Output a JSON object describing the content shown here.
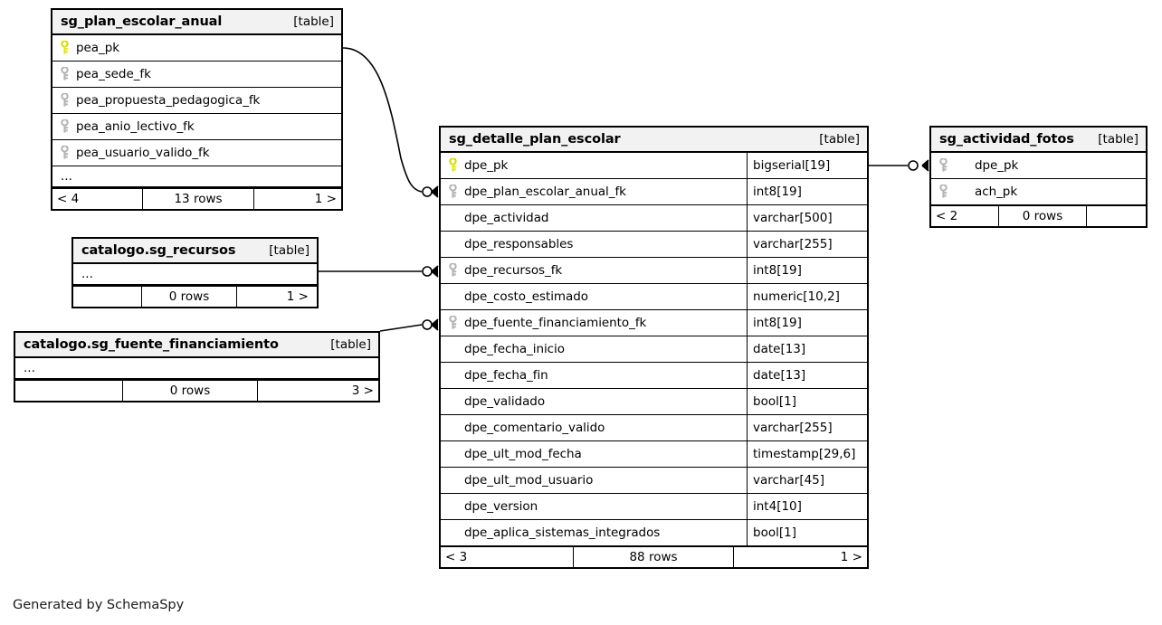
{
  "diagram": {
    "generator_credit": "Generated by SchemaSpy",
    "table_tag": "[table]",
    "ellipsis": "...",
    "colors": {
      "primary_key": "#e8e800",
      "foreign_key": "#b3b3b3",
      "header_bg": "#f2f2f2",
      "border": "#000000",
      "background": "#ffffff"
    }
  },
  "tables": [
    {
      "id": "sg_plan_escolar_anual",
      "name": "sg_plan_escolar_anual",
      "tag": "[table]",
      "columns": [
        {
          "name": "pea_pk",
          "key": "primary",
          "type": ""
        },
        {
          "name": "pea_sede_fk",
          "key": "foreign",
          "type": ""
        },
        {
          "name": "pea_propuesta_pedagogica_fk",
          "key": "foreign",
          "type": ""
        },
        {
          "name": "pea_anio_lectivo_fk",
          "key": "foreign",
          "type": ""
        },
        {
          "name": "pea_usuario_valido_fk",
          "key": "foreign",
          "type": ""
        }
      ],
      "has_ellipsis": true,
      "footer": {
        "left": "< 4",
        "middle": "13 rows",
        "right": "1 >"
      }
    },
    {
      "id": "catalogo_sg_recursos",
      "name": "catalogo.sg_recursos",
      "tag": "[table]",
      "columns": [],
      "has_ellipsis": true,
      "footer": {
        "left": "",
        "middle": "0 rows",
        "right": "1 >"
      }
    },
    {
      "id": "catalogo_sg_fuente_financiamiento",
      "name": "catalogo.sg_fuente_financiamiento",
      "tag": "[table]",
      "columns": [],
      "has_ellipsis": true,
      "footer": {
        "left": "",
        "middle": "0 rows",
        "right": "3 >"
      }
    },
    {
      "id": "sg_detalle_plan_escolar",
      "name": "sg_detalle_plan_escolar",
      "tag": "[table]",
      "columns": [
        {
          "name": "dpe_pk",
          "key": "primary",
          "type": "bigserial[19]"
        },
        {
          "name": "dpe_plan_escolar_anual_fk",
          "key": "foreign",
          "type": "int8[19]"
        },
        {
          "name": "dpe_actividad",
          "key": "none",
          "type": "varchar[500]"
        },
        {
          "name": "dpe_responsables",
          "key": "none",
          "type": "varchar[255]"
        },
        {
          "name": "dpe_recursos_fk",
          "key": "foreign",
          "type": "int8[19]"
        },
        {
          "name": "dpe_costo_estimado",
          "key": "none",
          "type": "numeric[10,2]"
        },
        {
          "name": "dpe_fuente_financiamiento_fk",
          "key": "foreign",
          "type": "int8[19]"
        },
        {
          "name": "dpe_fecha_inicio",
          "key": "none",
          "type": "date[13]"
        },
        {
          "name": "dpe_fecha_fin",
          "key": "none",
          "type": "date[13]"
        },
        {
          "name": "dpe_validado",
          "key": "none",
          "type": "bool[1]"
        },
        {
          "name": "dpe_comentario_valido",
          "key": "none",
          "type": "varchar[255]"
        },
        {
          "name": "dpe_ult_mod_fecha",
          "key": "none",
          "type": "timestamp[29,6]"
        },
        {
          "name": "dpe_ult_mod_usuario",
          "key": "none",
          "type": "varchar[45]"
        },
        {
          "name": "dpe_version",
          "key": "none",
          "type": "int4[10]"
        },
        {
          "name": "dpe_aplica_sistemas_integrados",
          "key": "none",
          "type": "bool[1]"
        }
      ],
      "has_ellipsis": false,
      "footer": {
        "left": "< 3",
        "middle": "88 rows",
        "right": "1 >"
      }
    },
    {
      "id": "sg_actividad_fotos",
      "name": "sg_actividad_fotos",
      "tag": "[table]",
      "columns": [
        {
          "name": "dpe_pk",
          "key": "foreign",
          "type": ""
        },
        {
          "name": "ach_pk",
          "key": "foreign",
          "type": ""
        }
      ],
      "has_ellipsis": false,
      "footer": {
        "left": "< 2",
        "middle": "0 rows",
        "right": ""
      }
    }
  ],
  "relationships": [
    {
      "from_table": "sg_plan_escolar_anual",
      "from_column": "pea_pk",
      "to_table": "sg_detalle_plan_escolar",
      "to_column": "dpe_plan_escolar_anual_fk"
    },
    {
      "from_table": "catalogo.sg_recursos",
      "from_column": "...",
      "to_table": "sg_detalle_plan_escolar",
      "to_column": "dpe_recursos_fk"
    },
    {
      "from_table": "catalogo.sg_fuente_financiamiento",
      "from_column": "...",
      "to_table": "sg_detalle_plan_escolar",
      "to_column": "dpe_fuente_financiamiento_fk"
    },
    {
      "from_table": "sg_detalle_plan_escolar",
      "from_column": "dpe_pk",
      "to_table": "sg_actividad_fotos",
      "to_column": "dpe_pk"
    }
  ]
}
